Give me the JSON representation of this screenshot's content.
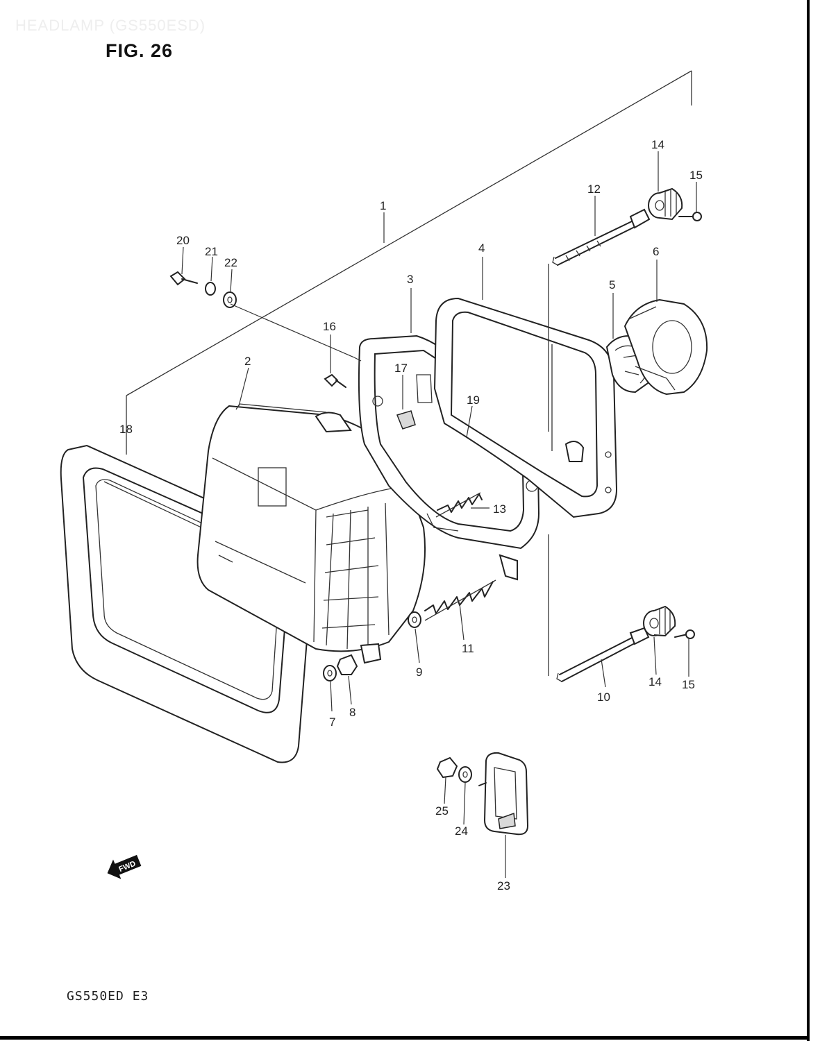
{
  "header": {
    "faint_title": "HEADLAMP (GS550ESD)",
    "figure_title": "FIG. 26"
  },
  "footer": {
    "model_code": "GS550ED E3",
    "fwd_badge": "FWD"
  },
  "callouts": {
    "c1": "1",
    "c2": "2",
    "c3": "3",
    "c4": "4",
    "c5": "5",
    "c6": "6",
    "c7": "7",
    "c8": "8",
    "c9": "9",
    "c10": "10",
    "c11": "11",
    "c12": "12",
    "c13": "13",
    "c14a": "14",
    "c14b": "14",
    "c15a": "15",
    "c15b": "15",
    "c16": "16",
    "c17": "17",
    "c18": "18",
    "c19": "19",
    "c20": "20",
    "c21": "21",
    "c22": "22",
    "c23": "23",
    "c24": "24",
    "c25": "25"
  }
}
